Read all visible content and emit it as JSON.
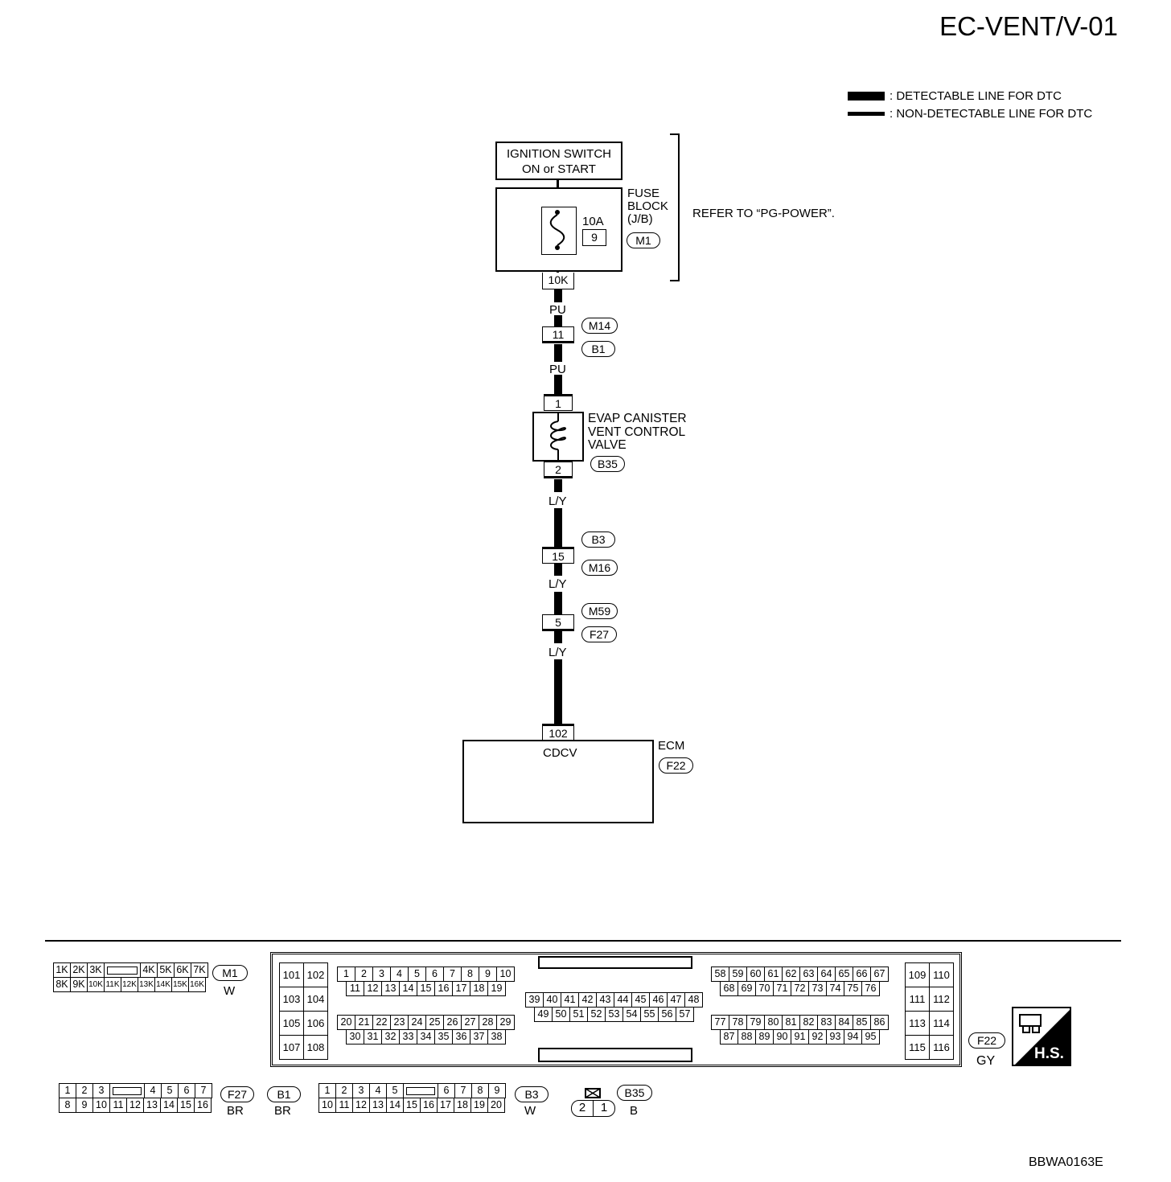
{
  "header": {
    "title": "EC-VENT/V-01"
  },
  "legend": {
    "detectable": ": DETECTABLE LINE FOR DTC",
    "non_detectable": ": NON-DETECTABLE LINE FOR DTC"
  },
  "ignition": {
    "line1": "IGNITION SWITCH",
    "line2": "ON or START"
  },
  "fuse_block": {
    "line1": "FUSE",
    "line2": "BLOCK",
    "line3": "(J/B)",
    "fuse_rating": "10A",
    "fuse_no": "9",
    "connector": "M1",
    "terminal": "10K",
    "refer": "REFER TO “PG-POWER”."
  },
  "wires": {
    "w1": "PU",
    "w2": "PU",
    "w3": "L/Y",
    "w4": "L/Y",
    "w5": "L/Y"
  },
  "joint1": {
    "pin": "11",
    "conn_top": "M14",
    "conn_bottom": "B1"
  },
  "valve": {
    "line1": "EVAP CANISTER",
    "line2": "VENT CONTROL",
    "line3": "VALVE",
    "pin_top": "1",
    "pin_bottom": "2",
    "connector": "B35"
  },
  "joint2": {
    "pin": "15",
    "conn_top": "B3",
    "conn_bottom": "M16"
  },
  "joint3": {
    "pin": "5",
    "conn_top": "M59",
    "conn_bottom": "F27"
  },
  "ecm": {
    "name": "ECM",
    "connector": "F22",
    "pin": "102",
    "signal": "CDCV"
  },
  "connectors": {
    "m1": {
      "id": "M1",
      "color": "W",
      "row1": [
        "1K",
        "2K",
        "3K",
        "",
        "4K",
        "5K",
        "6K",
        "7K"
      ],
      "row2": [
        "8K",
        "9K",
        "10K",
        "11K",
        "12K",
        "13K",
        "14K",
        "15K",
        "16K"
      ]
    },
    "f22": {
      "id": "F22",
      "color": "GY",
      "left_pairs": [
        [
          "101",
          "102"
        ],
        [
          "103",
          "104"
        ],
        [
          "105",
          "106"
        ],
        [
          "107",
          "108"
        ]
      ],
      "right_pairs": [
        [
          "109",
          "110"
        ],
        [
          "111",
          "112"
        ],
        [
          "113",
          "114"
        ],
        [
          "115",
          "116"
        ]
      ],
      "g1r1": [
        "1",
        "2",
        "3",
        "4",
        "5",
        "6",
        "7",
        "8",
        "9",
        "10"
      ],
      "g1r2": [
        "11",
        "12",
        "13",
        "14",
        "15",
        "16",
        "17",
        "18",
        "19"
      ],
      "g1r3": [
        "20",
        "21",
        "22",
        "23",
        "24",
        "25",
        "26",
        "27",
        "28",
        "29"
      ],
      "g1r4": [
        "30",
        "31",
        "32",
        "33",
        "34",
        "35",
        "36",
        "37",
        "38"
      ],
      "g2r1": [
        "39",
        "40",
        "41",
        "42",
        "43",
        "44",
        "45",
        "46",
        "47",
        "48"
      ],
      "g2r2": [
        "49",
        "50",
        "51",
        "52",
        "53",
        "54",
        "55",
        "56",
        "57"
      ],
      "g3r1": [
        "58",
        "59",
        "60",
        "61",
        "62",
        "63",
        "64",
        "65",
        "66",
        "67"
      ],
      "g3r2": [
        "68",
        "69",
        "70",
        "71",
        "72",
        "73",
        "74",
        "75",
        "76"
      ],
      "g3r3": [
        "77",
        "78",
        "79",
        "80",
        "81",
        "82",
        "83",
        "84",
        "85",
        "86"
      ],
      "g3r4": [
        "87",
        "88",
        "89",
        "90",
        "91",
        "92",
        "93",
        "94",
        "95"
      ]
    },
    "f27": {
      "id": "F27",
      "color": "BR",
      "row1": [
        "1",
        "2",
        "3",
        "",
        "4",
        "5",
        "6",
        "7"
      ],
      "row2": [
        "8",
        "9",
        "10",
        "11",
        "12",
        "13",
        "14",
        "15",
        "16"
      ]
    },
    "b1": {
      "id": "B1",
      "color": "BR"
    },
    "b3": {
      "id": "B3",
      "color": "W",
      "row1": [
        "1",
        "2",
        "3",
        "4",
        "5",
        "",
        "6",
        "7",
        "8",
        "9"
      ],
      "row2": [
        "10",
        "11",
        "12",
        "13",
        "14",
        "15",
        "16",
        "17",
        "18",
        "19",
        "20"
      ]
    },
    "b35": {
      "id": "B35",
      "color": "B",
      "pins": [
        "2",
        "1"
      ]
    }
  },
  "hs_badge": "H.S.",
  "figure_id": "BBWA0163E"
}
